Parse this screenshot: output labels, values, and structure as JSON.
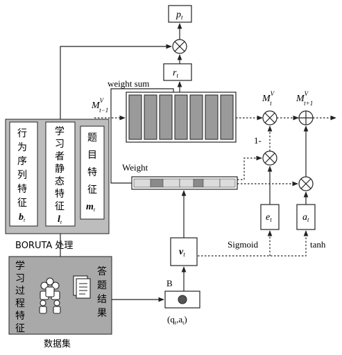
{
  "labels": {
    "p": "p",
    "p_sub": "t",
    "r": "r",
    "r_sub": "t",
    "weight_sum": "weight sum",
    "M_prev": "M",
    "M_prev_sup": "V",
    "M_prev_sub": "t−1",
    "M_cur": "M",
    "M_cur_sup": "V",
    "M_cur_sub": "t",
    "M_next": "M",
    "M_next_sup": "V",
    "M_next_sub": "t+1",
    "one_minus": "1-",
    "weight": "Weight",
    "e": "e",
    "e_sub": "t",
    "a": "a",
    "a_sub": "t",
    "sigmoid": "Sigmoid",
    "tanh": "tanh",
    "v": "v",
    "v_sub": "t",
    "B": "B",
    "qa": "(q",
    "qa_sub1": "t",
    "qa_mid": ",a",
    "qa_sub2": "t",
    "qa_end": ")",
    "boruta": "BORUTA 处理",
    "dataset": "数据集",
    "feat1_chars": [
      "行",
      "为",
      "序",
      "列",
      "特",
      "征"
    ],
    "feat1_sym": "b",
    "feat1_sub": "t",
    "feat2_chars": [
      "学",
      "习",
      "者",
      "静",
      "态",
      "特",
      "征"
    ],
    "feat2_sym": "l",
    "feat2_sub": "t",
    "feat3_chars": [
      "题",
      "目",
      "特",
      "征"
    ],
    "feat3_sym": "m",
    "feat3_sub": "t",
    "learn_chars": [
      "学",
      "习",
      "过",
      "程",
      "特",
      "征"
    ],
    "answer_chars": [
      "答",
      "题",
      "结",
      "果"
    ]
  },
  "colors": {
    "memory_cell": "#9a9a9a",
    "weight_light": "#dcdcdc",
    "weight_dark": "#8a8a8a",
    "panel_gray": "#bdbdbd",
    "dataset_gray": "#a9a9a9"
  }
}
